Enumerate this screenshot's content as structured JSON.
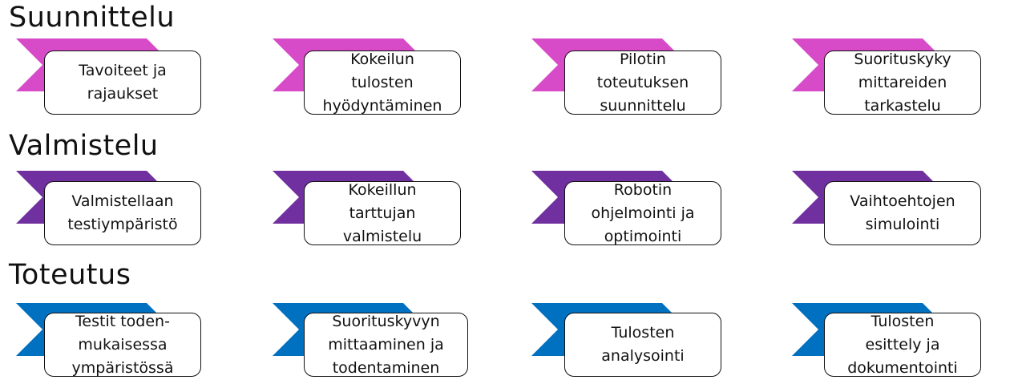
{
  "colors": {
    "suunnittelu": "#D84BC8",
    "valmistelu": "#7030A0",
    "toteutus": "#0070C0"
  },
  "sections": [
    {
      "title": "Suunnittelu",
      "steps": [
        "Tavoiteet ja\nrajaukset",
        "Kokeilun\ntulosten\nhyödyntäminen",
        "Pilotin\ntoteutuksen\nsuunnittelu",
        "Suorituskyky\nmittareiden\ntarkastelu"
      ]
    },
    {
      "title": "Valmistelu",
      "steps": [
        "Valmistellaan\ntestiympäristö",
        "Kokeillun\ntarttujan\nvalmistelu",
        "Robotin\nohjelmointi ja\noptimointi",
        "Vaihtoehtojen\nsimulointi"
      ]
    },
    {
      "title": "Toteutus",
      "steps": [
        "Testit toden-\nmukaisessa\nympäristössä",
        "Suorituskyvyn\nmittaaminen ja\ntodentaminen",
        "Tulosten\nanalysointi",
        "Tulosten\nesittely ja\ndokumentointi"
      ]
    }
  ]
}
